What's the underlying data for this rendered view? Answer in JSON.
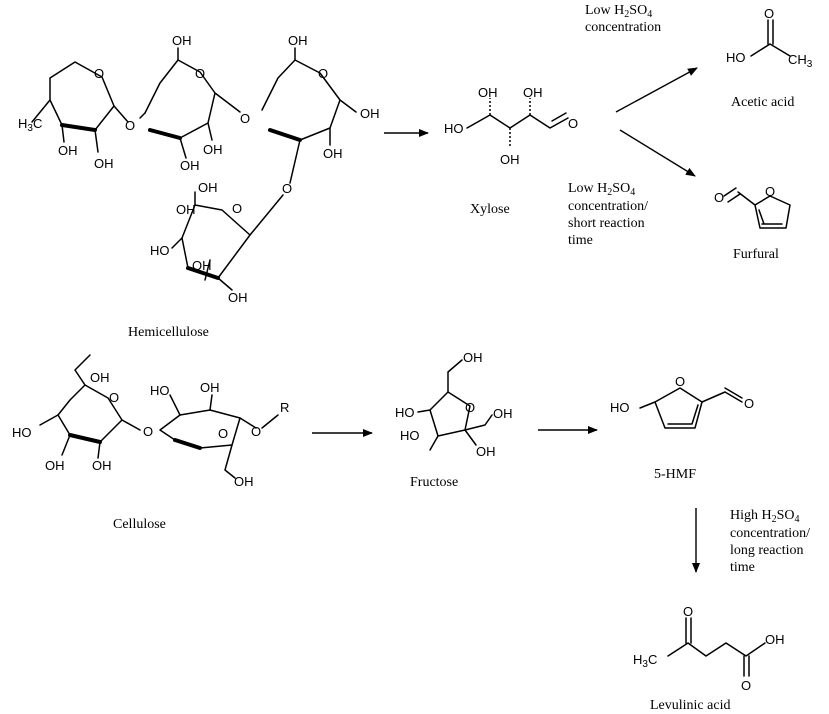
{
  "compounds": {
    "hemicellulose": "Hemicellulose",
    "xylose": "Xylose",
    "acetic_acid": "Acetic acid",
    "furfural": "Furfural",
    "cellulose": "Cellulose",
    "fructose": "Fructose",
    "hmf": "5-HMF",
    "levulinic_acid": "Levulinic acid"
  },
  "conditions": {
    "to_acetic": [
      "Low H2SO4",
      "concentration"
    ],
    "to_furfural": [
      "Low H2SO4",
      "concentration/",
      "short reaction",
      "time"
    ],
    "to_levulinic": [
      "High H2SO4",
      "concentration/",
      "long reaction",
      "time"
    ]
  },
  "atoms": {
    "oh": "OH",
    "ho": "HO",
    "o": "O",
    "r": "R",
    "ch3": "CH3",
    "h3c": "H3C"
  }
}
